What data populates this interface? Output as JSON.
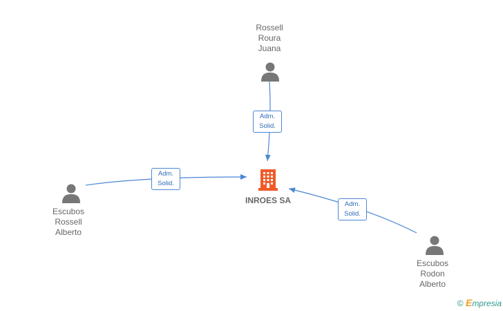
{
  "company": {
    "name": "INROES SA",
    "color": "#f05a28"
  },
  "persons": [
    {
      "id": "rossell-roura-juana",
      "lines": [
        "Rossell",
        "Roura",
        "Juana"
      ]
    },
    {
      "id": "escubos-rossell-alberto",
      "lines": [
        "Escubos",
        "Rossell",
        "Alberto"
      ]
    },
    {
      "id": "escubos-rodon-alberto",
      "lines": [
        "Escubos",
        "Rodon",
        "Alberto"
      ]
    }
  ],
  "relations": [
    {
      "from": "rossell-roura-juana",
      "to": "company",
      "role_line1": "Adm.",
      "role_line2": "Solid."
    },
    {
      "from": "escubos-rossell-alberto",
      "to": "company",
      "role_line1": "Adm.",
      "role_line2": "Solid."
    },
    {
      "from": "escubos-rodon-alberto",
      "to": "company",
      "role_line1": "Adm.",
      "role_line2": "Solid."
    }
  ],
  "colors": {
    "edge": "#4a86d4",
    "person_icon": "#777777",
    "label": "#666666"
  },
  "footer": {
    "copyright": "©",
    "brand_first": "E",
    "brand_rest": "mpresia"
  }
}
